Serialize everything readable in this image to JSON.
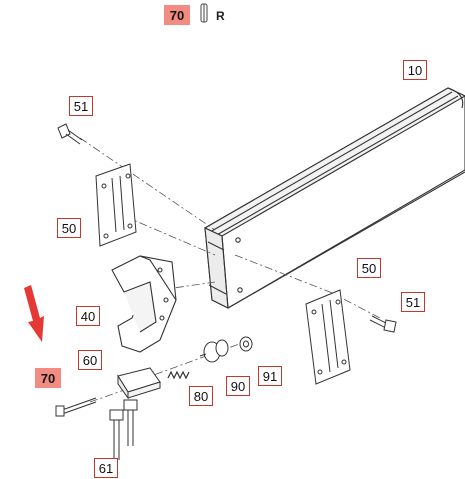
{
  "header": {
    "part": "70",
    "side": "R"
  },
  "callouts": {
    "c10": "10",
    "c51a": "51",
    "c50a": "50",
    "c50b": "50",
    "c51b": "51",
    "c40": "40",
    "c60": "60",
    "c70": "70",
    "c80": "80",
    "c90": "90",
    "c91": "91",
    "c61": "61"
  },
  "colors": {
    "callout_border": "#c0392b",
    "highlight": "#f28b82",
    "arrow": "#e53935",
    "line": "#333333"
  }
}
